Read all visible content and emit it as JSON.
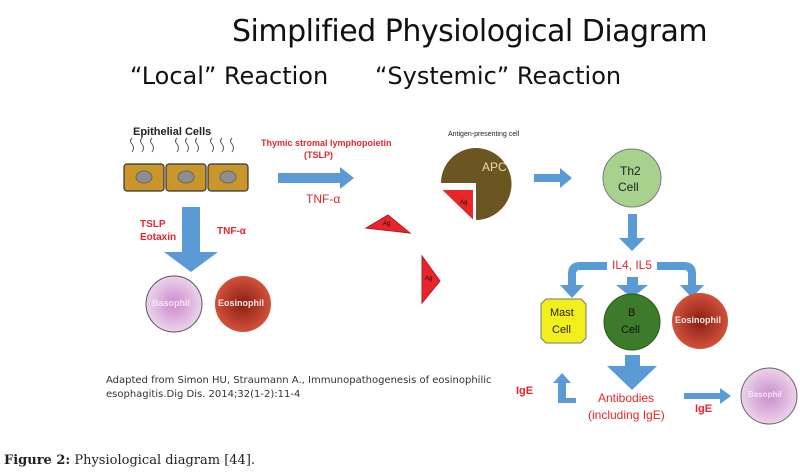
{
  "title": "Simplified Physiological Diagram",
  "subtitles": {
    "local": "“Local” Reaction",
    "systemic": "“Systemic” Reaction"
  },
  "local": {
    "epithelial_label": "Epithelial Cells",
    "tslp_line1": "Thymic stromal lymphopoietin",
    "tslp_line2": "(TSLP)",
    "tnf_right": "TNF-α",
    "down_left_1": "TSLP",
    "down_left_2": "Eotaxin",
    "down_right": "TNF-α",
    "basophil": "Basophil",
    "eosinophil": "Eosinophil"
  },
  "antigens": [
    "Ag",
    "Ag",
    "Ag"
  ],
  "systemic": {
    "apc_caption": "Antigen-presenting cell",
    "apc": "APC",
    "th2_line1": "Th2",
    "th2_line2": "Cell",
    "cytokines": "IL4, IL5",
    "mast_line1": "Mast",
    "mast_line2": "Cell",
    "b_line1": "B",
    "b_line2": "Cell",
    "eosinophil": "Eosinophil",
    "ige_left": "IgE",
    "antibodies_line1": "Antibodies",
    "antibodies_line2": "(including IgE)",
    "ige_right": "IgE",
    "basophil": "Basophil"
  },
  "citation_line1": "Adapted from Simon HU, Straumann A., Immunopathogenesis of eosinophilic",
  "citation_line2": "esophagitis.Dig Dis. 2014;32(1-2):11-4",
  "caption": {
    "label": "Figure 2:",
    "text": " Physiological diagram [44]."
  },
  "colors": {
    "arrow": "#5b9bd5",
    "red_text": "#e8262a",
    "epithelial": "#c8962a",
    "apc": "#6b5520",
    "th2": "#a9d18e",
    "b_cell": "#3d7a2a",
    "mast": "#f2ef1c",
    "eosinophil": "#c0402a",
    "basophil": "#e2b8e0",
    "antigen": "#e8262a"
  }
}
